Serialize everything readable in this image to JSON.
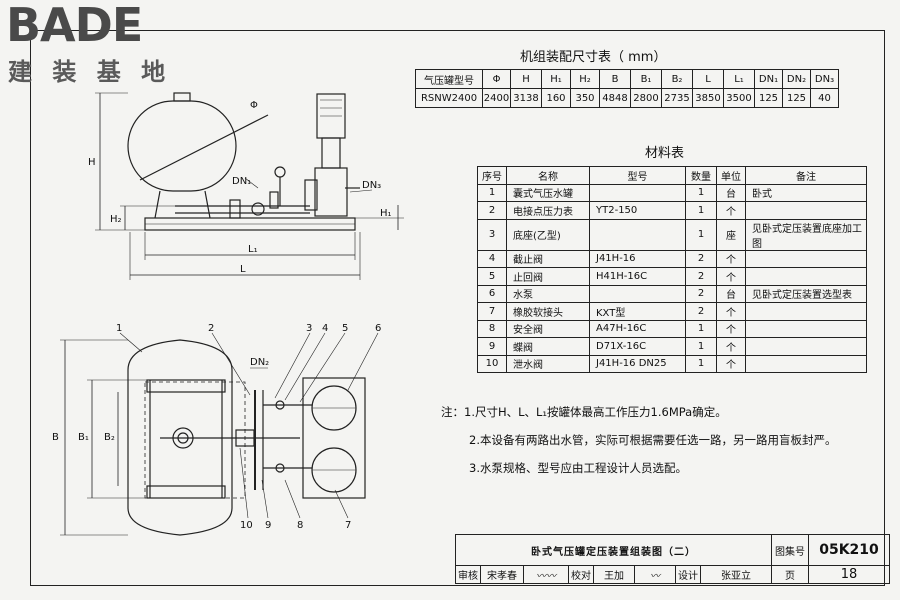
{
  "logo": {
    "brand": "BADE",
    "subtitle": "建 装 基 地"
  },
  "labels_top": {
    "H": "H",
    "H2": "H₂",
    "H1": "H₁",
    "L1": "L₁",
    "L": "L",
    "DN1": "DN₁",
    "DN3": "DN₃",
    "phi": "Φ"
  },
  "labels_bottom": {
    "B": "B",
    "B1": "B₁",
    "B2": "B₂",
    "DN2": "DN₂",
    "nums": [
      "1",
      "2",
      "3",
      "4",
      "5",
      "6",
      "7",
      "8",
      "9",
      "10"
    ]
  },
  "dim_table": {
    "title": "机组装配尺寸表（ mm）",
    "headers": [
      "气压罐型号",
      "Φ",
      "H",
      "H₁",
      "H₂",
      "B",
      "B₁",
      "B₂",
      "L",
      "L₁",
      "DN₁",
      "DN₂",
      "DN₃"
    ],
    "row": [
      "RSNW2400",
      "2400",
      "3138",
      "160",
      "350",
      "4848",
      "2800",
      "2735",
      "3850",
      "3500",
      "125",
      "125",
      "40"
    ]
  },
  "mat_table": {
    "title": "材料表",
    "headers": [
      "序号",
      "名称",
      "型号",
      "数量",
      "单位",
      "备注"
    ],
    "rows": [
      [
        "1",
        "囊式气压水罐",
        "",
        "1",
        "台",
        "卧式"
      ],
      [
        "2",
        "电接点压力表",
        "YT2-150",
        "1",
        "个",
        ""
      ],
      [
        "3",
        "底座(乙型)",
        "",
        "1",
        "座",
        "见卧式定压装置底座加工图"
      ],
      [
        "4",
        "截止阀",
        "J41H-16",
        "2",
        "个",
        ""
      ],
      [
        "5",
        "止回阀",
        "H41H-16C",
        "2",
        "个",
        ""
      ],
      [
        "6",
        "水泵",
        "",
        "2",
        "台",
        "见卧式定压装置选型表"
      ],
      [
        "7",
        "橡胶软接头",
        "KXT型",
        "2",
        "个",
        ""
      ],
      [
        "8",
        "安全阀",
        "A47H-16C",
        "1",
        "个",
        ""
      ],
      [
        "9",
        "蝶阀",
        "D71X-16C",
        "1",
        "个",
        ""
      ],
      [
        "10",
        "泄水阀",
        "J41H-16 DN25",
        "1",
        "个",
        ""
      ]
    ]
  },
  "notes": [
    "注：1.尺寸H、L、L₁按罐体最高工作压力1.6MPa确定。",
    "2.本设备有两路出水管，实际可根据需要任选一路，另一路用盲板封严。",
    "3.水泵规格、型号应由工程设计人员选配。"
  ],
  "title_block": {
    "title": "卧式气压罐定压装置组装图（二）",
    "atlas_label": "图集号",
    "atlas_no": "05K210",
    "review": "审核",
    "reviewer": "宋孝春",
    "check": "校对",
    "checker": "王加",
    "design": "设计",
    "designer": "张亚立",
    "page_label": "页",
    "page_no": "18"
  }
}
